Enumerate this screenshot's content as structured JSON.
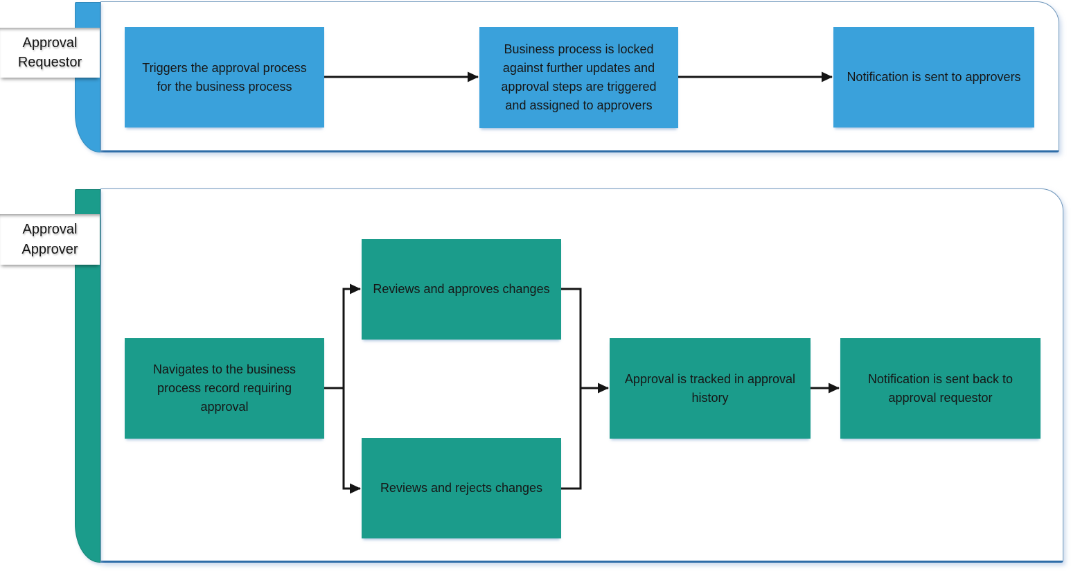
{
  "lanes": [
    {
      "label": "Approval Requestor",
      "steps": [
        "Triggers the approval process for the business process",
        "Business process is locked against further updates and approval steps are triggered and assigned to approvers",
        "Notification is sent to approvers"
      ]
    },
    {
      "label": "Approval Approver",
      "steps": [
        "Navigates to the business process record requiring approval",
        "Reviews and approves changes",
        "Reviews and rejects changes",
        "Approval is tracked in approval history",
        "Notification is sent back to approval requestor"
      ]
    }
  ],
  "colors": {
    "requestor_fill": "#3AA1DB",
    "approver_fill": "#1B9C8B",
    "lane_border": "#6D95BA",
    "lane_bottom_border": "#2E6DA8",
    "connector": "#141414"
  }
}
